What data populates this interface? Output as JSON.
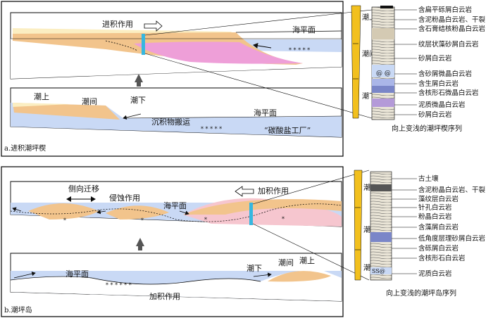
{
  "panel_a": {
    "caption": "a.进积潮坪楔",
    "top": {
      "arrow_label": "进积作用",
      "sea_level": "海平面"
    },
    "bottom": {
      "zone_supratidal": "潮上",
      "zone_intertidal": "潮间",
      "zone_subtidal": "潮下",
      "sea_level": "海平面",
      "transport": "沉积物搬运",
      "factory": "“碳酸盐工厂”"
    },
    "column": {
      "zones": [
        "潮上",
        "潮间",
        "潮下"
      ],
      "labels": [
        "含扁平砾屑白云岩",
        "含泥粉晶白云岩、干裂",
        "含石膏结核粉晶白云岩",
        "纹层状藻砂屑白云岩",
        "砂屑白云岩",
        "含砂屑微晶白云岩",
        "含生屑白云岩",
        "含核形石微晶白云岩",
        "泥质微晶白云岩",
        "砂屑白云岩"
      ],
      "caption": "向上变浅的潮坪楔序列"
    }
  },
  "panel_b": {
    "caption": "b.潮坪岛",
    "top": {
      "lateral": "侧向迁移",
      "erosion": "侵蚀作用",
      "sea_level": "海平面",
      "progradation": "加积作用"
    },
    "bottom": {
      "sea_level": "海平面",
      "zone_subtidal": "潮下",
      "zone_intertidal": "潮间",
      "zone_supratidal": "潮上",
      "aggradation": "加积作用"
    },
    "column": {
      "zones": [
        "潮上",
        "潮间",
        "潮下"
      ],
      "labels": [
        "古土壤",
        "含泥粉晶白云岩、干裂",
        "藻纹层白云岩",
        "针孔白云岩",
        "粉晶白云岩",
        "含藻屑白云岩",
        "低角度层理砂屑白云岩",
        "含砾屑白云岩",
        "含核形石白云岩",
        "泥质白云岩"
      ],
      "caption": "向上变浅的潮坪岛序列"
    }
  },
  "colors": {
    "sea": "#c9d9f5",
    "sand": "#f2c48c",
    "pink": "#ee9fd8",
    "pale_pink": "#f6c6cf",
    "cream": "#fbeec2",
    "cyan": "#36b7e0",
    "yellow": "#f2c01e"
  }
}
